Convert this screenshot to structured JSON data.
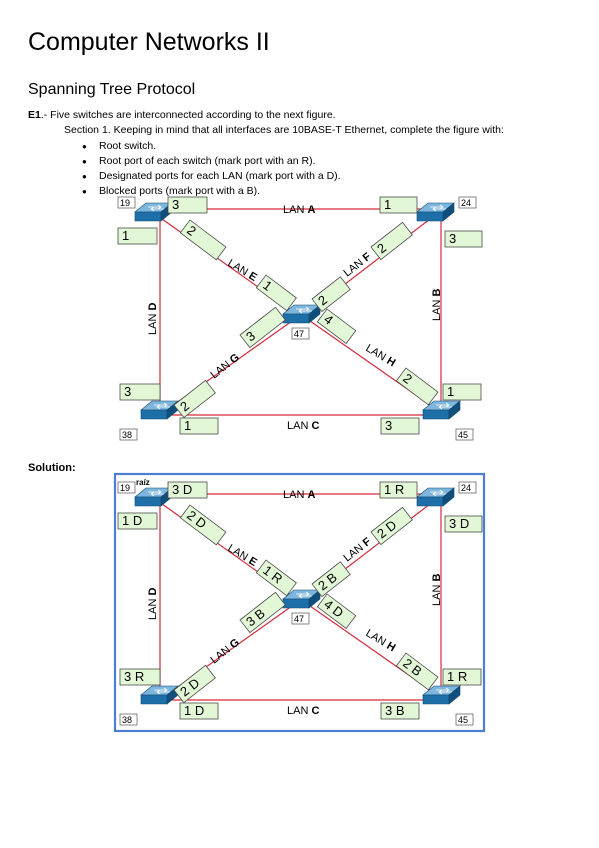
{
  "document": {
    "title": "Computer Networks II",
    "subtitle": "Spanning Tree Protocol",
    "exercise_id": "E1",
    "exercise_text": ".- Five switches are interconnected according to the next figure.",
    "section_text": "Section 1. Keeping in mind that all interfaces are 10BASE-T Ethernet, complete the figure with:",
    "bullets": [
      "Root switch.",
      "Root port of each switch (mark port with an R).",
      "Designated ports for each LAN (mark port with a D).",
      "Blocked ports (mark port with a B)."
    ],
    "solution_label": "Solution:"
  },
  "colors": {
    "link": "#d62b3a",
    "port_box_fill": "#e2f7d6",
    "port_box_border": "#4a4a4a",
    "solution_frame": "#4a7fd4",
    "switch_body": "#1e6fa8"
  },
  "switches": [
    "19",
    "24",
    "47",
    "38",
    "45"
  ],
  "root_label": "raíz",
  "lans": {
    "A": "LAN A",
    "B": "LAN B",
    "C": "LAN C",
    "D": "LAN D",
    "E": "LAN E",
    "F": "LAN F",
    "G": "LAN G",
    "H": "LAN H"
  },
  "problem_ports": {
    "sw19_lanA": "3",
    "sw19_lanD": "1",
    "sw19_lanE": "2",
    "sw24_lanA": "1",
    "sw24_lanB": "3",
    "sw24_lanF": "2",
    "sw38_lanD": "3",
    "sw38_lanC": "1",
    "sw38_lanG": "2",
    "sw45_lanB": "1",
    "sw45_lanC": "3",
    "sw45_lanH": "2",
    "sw47_lanE": "1",
    "sw47_lanF": "2",
    "sw47_lanG": "3",
    "sw47_lanH": "4"
  },
  "solution_ports": {
    "sw19_lanA": "3 D",
    "sw19_lanD": "1 D",
    "sw19_lanE": "2 D",
    "sw24_lanA": "1 R",
    "sw24_lanB": "3 D",
    "sw24_lanF": "2 D",
    "sw38_lanD": "3 R",
    "sw38_lanC": "1 D",
    "sw38_lanG": "2 D",
    "sw45_lanB": "1 R",
    "sw45_lanC": "3 B",
    "sw45_lanH": "2 B",
    "sw47_lanE": "1 R",
    "sw47_lanF": "2 B",
    "sw47_lanG": "3 B",
    "sw47_lanH": "4 D"
  }
}
